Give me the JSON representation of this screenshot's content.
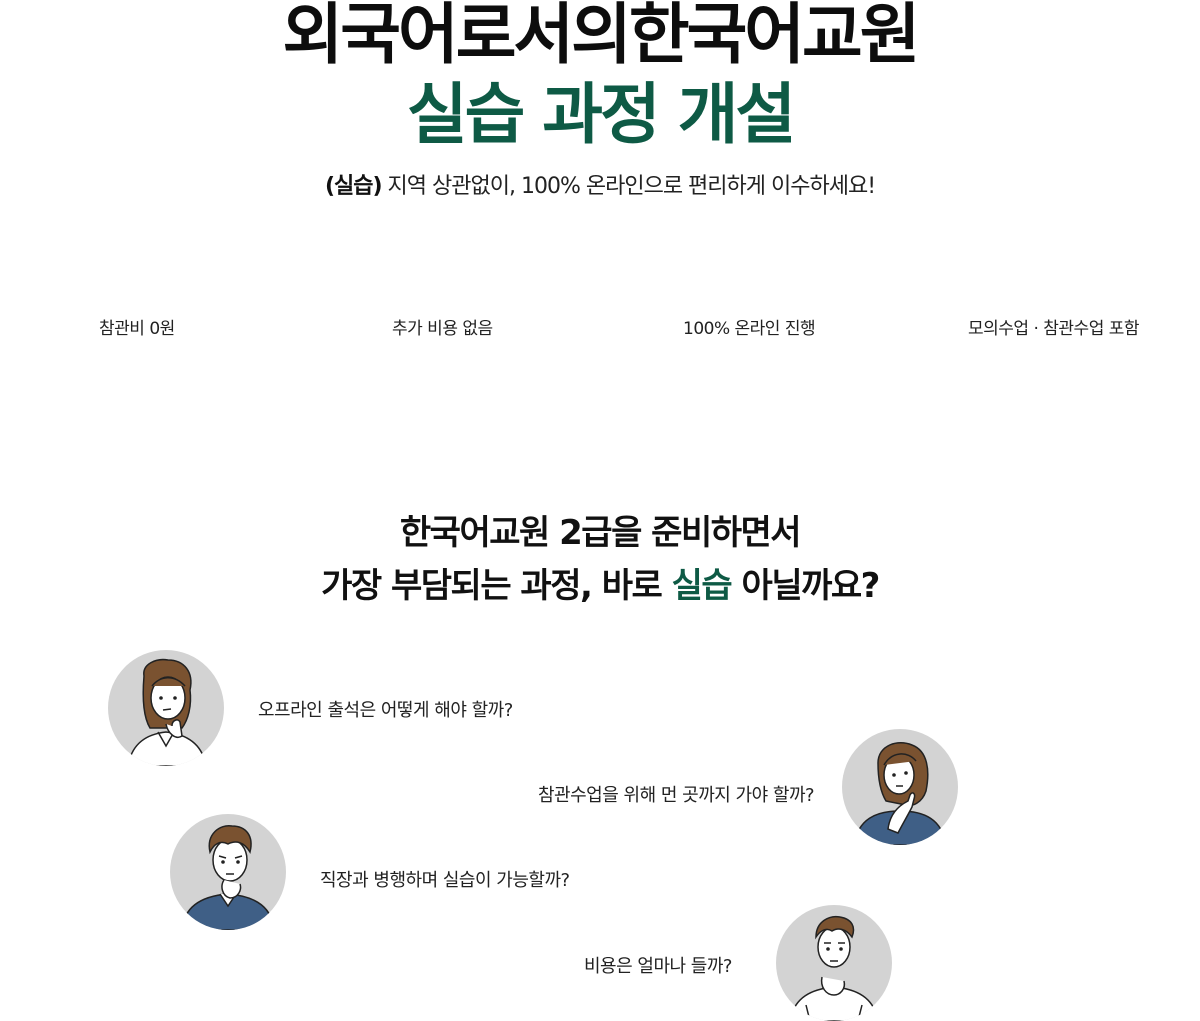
{
  "hero": {
    "title_line1": "외국어로서의한국어교원",
    "title_line2": "실습 과정 개설",
    "subtitle_tag": "(실습)",
    "subtitle_text": " 지역 상관없이, 100% 온라인으로 편리하게 이수하세요!"
  },
  "features": [
    "참관비 0원",
    "추가 비용 없음",
    "100% 온라인 진행",
    "모의수업 · 참관수업 포함"
  ],
  "section": {
    "line1": "한국어교원 2급을 준비하면서",
    "line2_before": "가장 부담되는 과정, 바로 ",
    "line2_accent": "실습",
    "line2_after": " 아닐까요?"
  },
  "questions": [
    "오프라인 출석은 어떻게 해야 할까?",
    "참관수업을 위해 먼 곳까지 가야 할까?",
    "직장과 병행하며 실습이 가능할까?",
    "비용은 얼마나 들까?"
  ],
  "colors": {
    "accent_green": "#0e5a45",
    "avatar_bg": "#d3d3d3",
    "hair_brown": "#7a5230",
    "shirt_blue": "#3f5f86"
  },
  "icons": [
    "woman-thinking-avatar-icon",
    "woman-thinking-blue-shirt-avatar-icon",
    "man-thinking-blue-shirt-avatar-icon",
    "man-thinking-white-shirt-avatar-icon"
  ]
}
